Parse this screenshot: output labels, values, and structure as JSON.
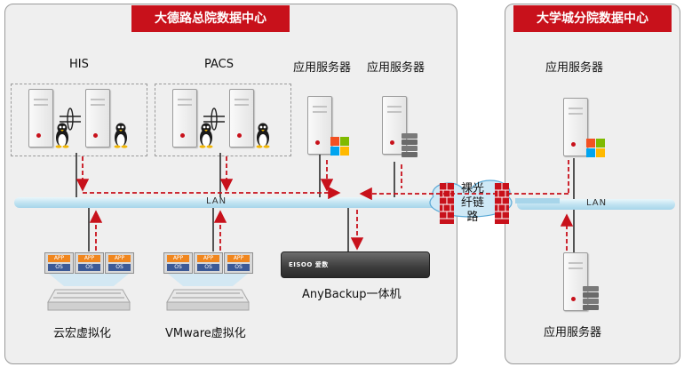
{
  "main_site": {
    "title": "大德路总院数据中心"
  },
  "branch_site": {
    "title": "大学城分院数据中心"
  },
  "labels": {
    "his": "HIS",
    "pacs": "PACS",
    "app_server_1": "应用服务器",
    "app_server_2": "应用服务器",
    "branch_app_server_top": "应用服务器",
    "branch_app_server_bottom": "应用服务器",
    "yunhong": "云宏虚拟化",
    "vmware": "VMware虚拟化",
    "anybackup": "AnyBackup一体机",
    "lan_main": "LAN",
    "lan_branch": "LAN",
    "fiber": [
      "裸光",
      "纤链",
      "路"
    ]
  },
  "vm_card": {
    "app": "APP",
    "os": "OS"
  },
  "appliance_brand": "EISOO 爱数",
  "colors": {
    "accent": "#c8111b",
    "lan": "#bfe2f1",
    "app": "#f0861e",
    "os": "#3c5a96"
  },
  "icons": [
    "linux-tux-icon",
    "fibre-channel-icon",
    "windows-icon",
    "database-icon",
    "firewall-icon",
    "cloud-icon"
  ]
}
